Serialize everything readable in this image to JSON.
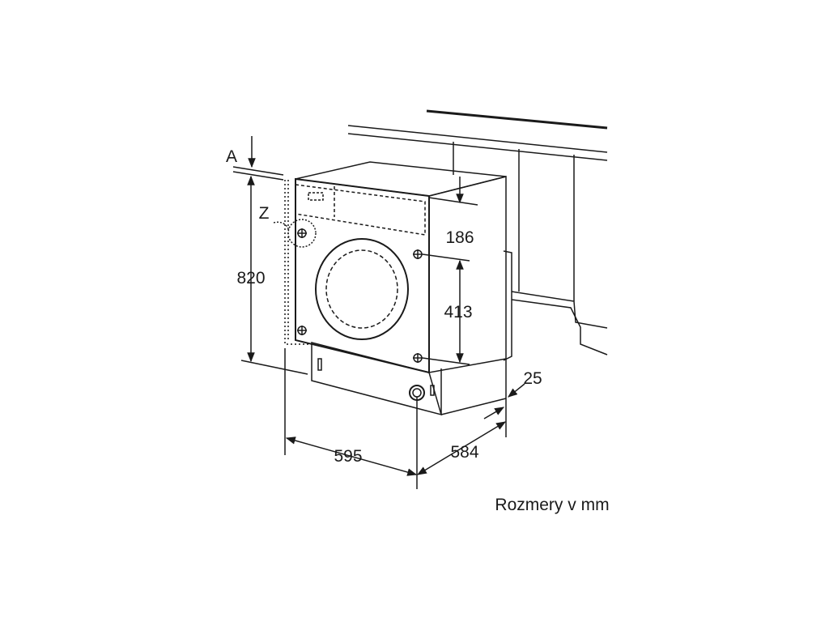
{
  "diagram": {
    "labels": {
      "a": "A",
      "z": "Z",
      "height_820": "820",
      "dim_186": "186",
      "dim_413": "413",
      "dim_25": "25",
      "width_595": "595",
      "depth_584": "584"
    },
    "caption": "Rozmery v mm",
    "colors": {
      "line": "#1a1a1a",
      "background": "#ffffff"
    }
  }
}
